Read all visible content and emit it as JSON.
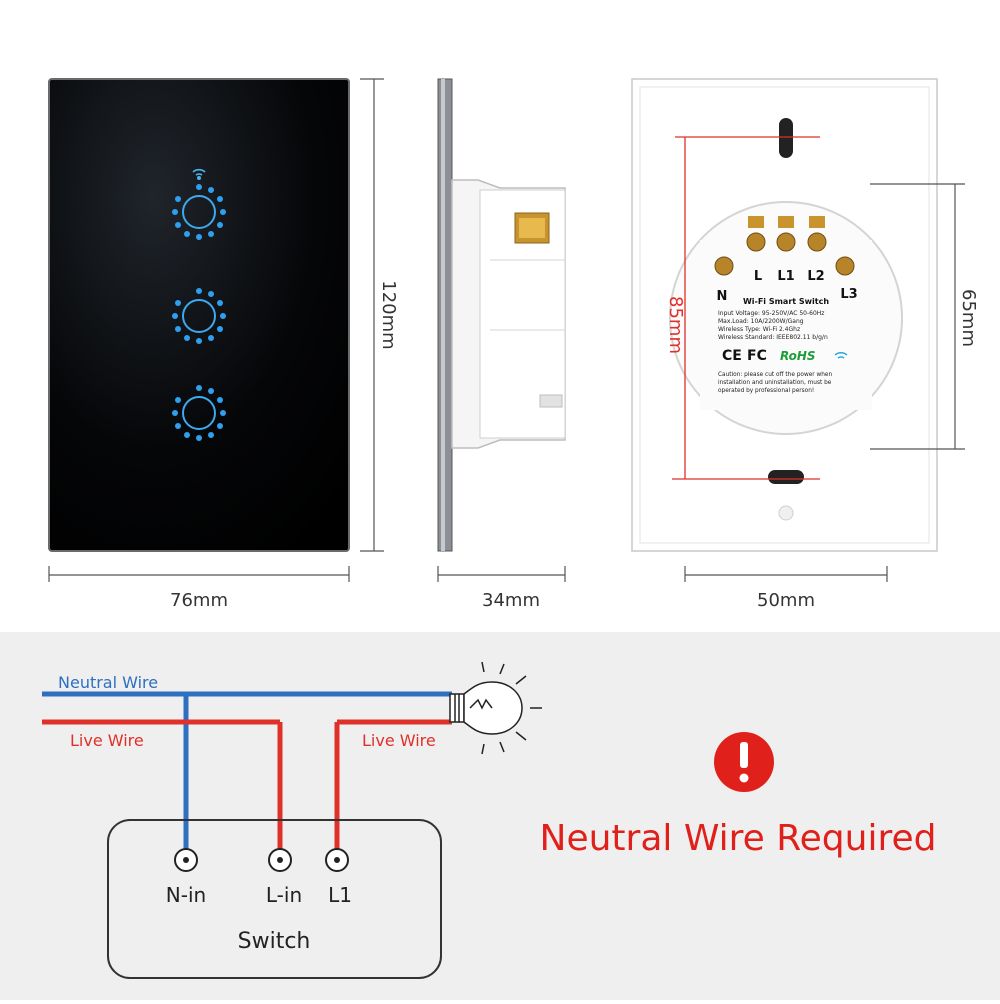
{
  "dimensions": {
    "front_width": "76mm",
    "height": "120mm",
    "depth": "34mm",
    "back_width": "50mm",
    "screw_spacing": "85mm",
    "box_height": "65mm"
  },
  "back_label": {
    "terminals": [
      "N",
      "L",
      "L1",
      "L2",
      "L3"
    ],
    "title": "Wi-Fi Smart Switch",
    "specs": [
      "Input Voltage: 95-250V/AC 50-60Hz",
      "Max.Load: 10A/2200W/Gang",
      "Wireless Type: Wi-Fi 2.4Ghz",
      "Wireless Standard: IEEE802.11 b/g/n"
    ],
    "cert_ce": "CE",
    "cert_fc": "FC",
    "cert_rohs": "RoHS",
    "caution": [
      "Caution: please cut off the power when",
      "installation and uninstallation, must be",
      "operated by professional person!"
    ]
  },
  "wiring": {
    "neutral_label": "Neutral Wire",
    "live_label": "Live Wire",
    "live_label_2": "Live Wire",
    "terminal_n": "N-in",
    "terminal_l": "L-in",
    "terminal_l1": "L1",
    "switch_label": "Switch",
    "colors": {
      "neutral": "#2e6fc0",
      "live": "#e0302a"
    }
  },
  "warning": {
    "text": "Neutral Wire Required",
    "icon": "exclamation-icon",
    "color": "#e0211b"
  }
}
